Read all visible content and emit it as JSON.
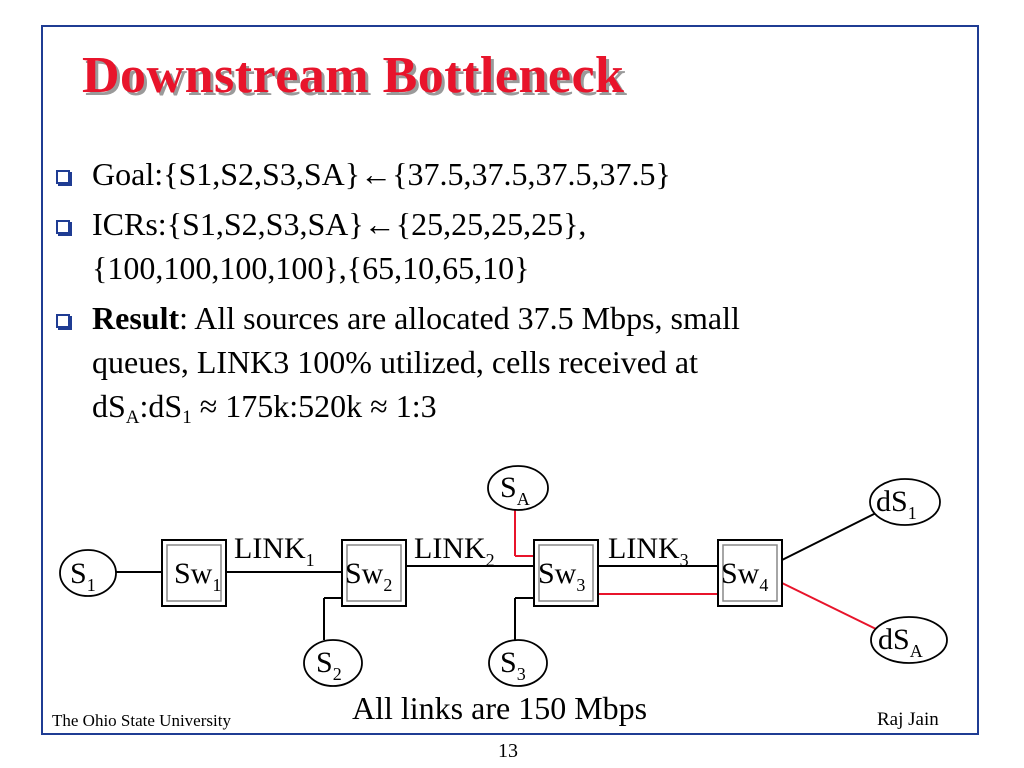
{
  "slide": {
    "title": "Downstream Bottleneck",
    "bullets": {
      "goal": "Goal:{S1,S2,S3,SA}←{37.5,37.5,37.5,37.5}",
      "icrs_line1": "ICRs:{S1,S2,S3,SA}←{25,25,25,25},",
      "icrs_line2": "{100,100,100,100},{65,10,65,10}",
      "result_label": "Result",
      "result_line1_rest": ": All sources are allocated 37.5 Mbps, small",
      "result_line2": "queues, LINK3 100% utilized, cells received at",
      "result_ds_prefix": "dS",
      "result_sub_a": "A",
      "result_ds_mid": ":dS",
      "result_sub_1": "1",
      "result_line3_rest": " ≈ 175k:520k ≈ 1:3"
    },
    "footer_left": "The Ohio State University",
    "footer_right": "Raj Jain",
    "page_number": "13"
  },
  "diagram": {
    "caption": "All links are 150 Mbps",
    "switches": [
      {
        "base": "Sw",
        "sub": "1"
      },
      {
        "base": "Sw",
        "sub": "2"
      },
      {
        "base": "Sw",
        "sub": "3"
      },
      {
        "base": "Sw",
        "sub": "4"
      }
    ],
    "sources": {
      "s1": {
        "base": "S",
        "sub": "1"
      },
      "s2": {
        "base": "S",
        "sub": "2"
      },
      "s3": {
        "base": "S",
        "sub": "3"
      },
      "sa": {
        "base": "S",
        "sub": "A"
      }
    },
    "destinations": {
      "ds1": {
        "base": "dS",
        "sub": "1"
      },
      "dsa": {
        "base": "dS",
        "sub": "A"
      }
    },
    "links": [
      {
        "base": "LINK",
        "sub": "1"
      },
      {
        "base": "LINK",
        "sub": "2"
      },
      {
        "base": "LINK",
        "sub": "3"
      }
    ],
    "colors": {
      "highlight": "#e8142b",
      "frame": "#1f3c93",
      "title": "#e8142b"
    }
  }
}
